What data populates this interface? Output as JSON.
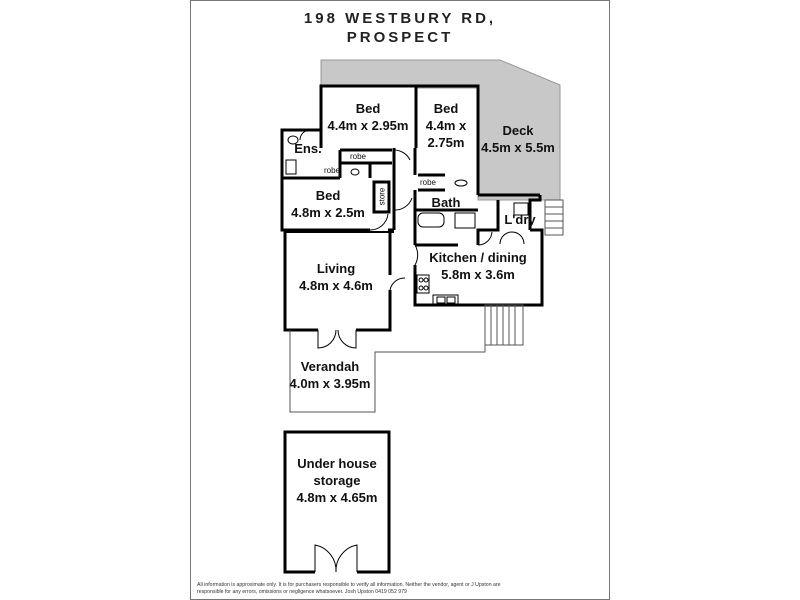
{
  "title": {
    "line1": "198 WESTBURY RD,",
    "line2": "PROSPECT"
  },
  "rooms": {
    "bed1": {
      "name": "Bed",
      "dims": "4.4m x 2.95m"
    },
    "bed2": {
      "name": "Bed",
      "dims_line1": "4.4m x",
      "dims_line2": "2.75m"
    },
    "bed3": {
      "name": "Bed",
      "dims": "4.8m x 2.5m"
    },
    "deck": {
      "name": "Deck",
      "dims": "4.5m x 5.5m"
    },
    "ens": {
      "name": "Ens."
    },
    "bath": {
      "name": "Bath"
    },
    "laundry": {
      "name": "L'dry"
    },
    "living": {
      "name": "Living",
      "dims": "4.8m x 4.6m"
    },
    "kitchen": {
      "name": "Kitchen / dining",
      "dims": "5.8m x 3.6m"
    },
    "verandah": {
      "name": "Verandah",
      "dims": "4.0m x 3.95m"
    },
    "storage": {
      "name_line1": "Under house",
      "name_line2": "storage",
      "dims": "4.8m x 4.65m"
    }
  },
  "small_labels": {
    "robe1": "robe",
    "robe2": "robe",
    "robe3": "robe",
    "store": "store"
  },
  "disclaimer": {
    "line1": "All information is approximate only. It is for purchasers responsible to verify all information. Neither the vendor, agent or J Upston are",
    "line2": "responsible for any errors, omissions or negligence whatsoever. Josh Upston 0419 052 979"
  },
  "colors": {
    "wall": "#000000",
    "deck_fill": "#c8c8c8",
    "border": "#777777"
  }
}
